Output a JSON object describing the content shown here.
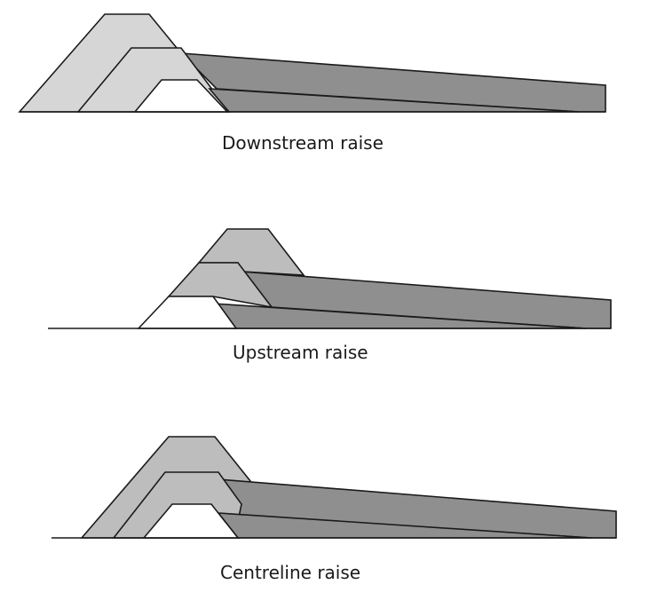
{
  "panels": [
    {
      "id": "downstream",
      "caption": "Downstream raise"
    },
    {
      "id": "upstream",
      "caption": "Upstream raise"
    },
    {
      "id": "centreline",
      "caption": "Centreline raise"
    }
  ],
  "colors": {
    "background": "#ffffff",
    "starter_dyke": "#ffffff",
    "raise_fill": "#d6d6d6",
    "raise_fill_dark": "#bdbdbd",
    "tailings_fill": "#8f8f8f",
    "tailings_fill_light": "#a6a6a6",
    "outline": "#1a1a1a"
  }
}
